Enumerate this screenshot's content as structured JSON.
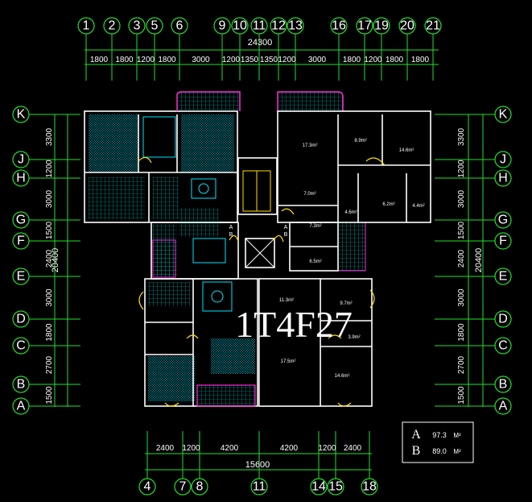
{
  "drawing": {
    "label": "1T4F27",
    "colors": {
      "background": "#000000",
      "grid": "#22e02a",
      "wall": "#ffffff",
      "furniture": "#00e5ff",
      "balcony": "#ff2ad4",
      "door": "#ffe000",
      "tile": "#00c8c8"
    }
  },
  "axes": {
    "top": [
      "1",
      "2",
      "3",
      "5",
      "6",
      "9",
      "10",
      "11",
      "12",
      "13",
      "16",
      "17",
      "19",
      "20",
      "21"
    ],
    "bottom": [
      "4",
      "7",
      "8",
      "11",
      "14",
      "15",
      "18"
    ],
    "left": [
      "K",
      "J",
      "H",
      "G",
      "F",
      "E",
      "D",
      "C",
      "B",
      "A"
    ],
    "right": [
      "K",
      "J",
      "H",
      "G",
      "F",
      "E",
      "D",
      "C",
      "B",
      "A"
    ]
  },
  "dimensions": {
    "top_total": "24300",
    "top_segments": [
      "1800",
      "1800",
      "1200",
      "1800",
      "3000",
      "1200",
      "1350",
      "1350",
      "1200",
      "3000",
      "1800",
      "1200",
      "1800",
      "1800"
    ],
    "bottom_total": "15600",
    "bottom_segments": [
      "2400",
      "1200",
      "4200",
      "4200",
      "1200",
      "2400"
    ],
    "left_total": "20400",
    "left_segments": [
      "3300",
      "1200",
      "3000",
      "1500",
      "2400",
      "3000",
      "1800",
      "2700",
      "1500"
    ],
    "right_total": "20400",
    "right_segments": [
      "3300",
      "1200",
      "3000",
      "1500",
      "2400",
      "3000",
      "1800",
      "2700",
      "1500"
    ]
  },
  "rooms": {
    "east_upper": [
      "17.3m²",
      "8.9m²",
      "14.6m²",
      "7.0m²",
      "4.6m²",
      "6.2m²",
      "4.4m²",
      "7.3m²",
      "6.5m²"
    ],
    "east_lower": [
      "11.3m²",
      "9.7m²",
      "3.9m²",
      "17.5m²",
      "14.6m²"
    ]
  },
  "stair_marks": [
    "A",
    "B",
    "A",
    "B"
  ],
  "legend": {
    "rows": [
      {
        "key": "A",
        "area": "97.3",
        "unit": "M²"
      },
      {
        "key": "B",
        "area": "89.0",
        "unit": "M²"
      }
    ]
  }
}
